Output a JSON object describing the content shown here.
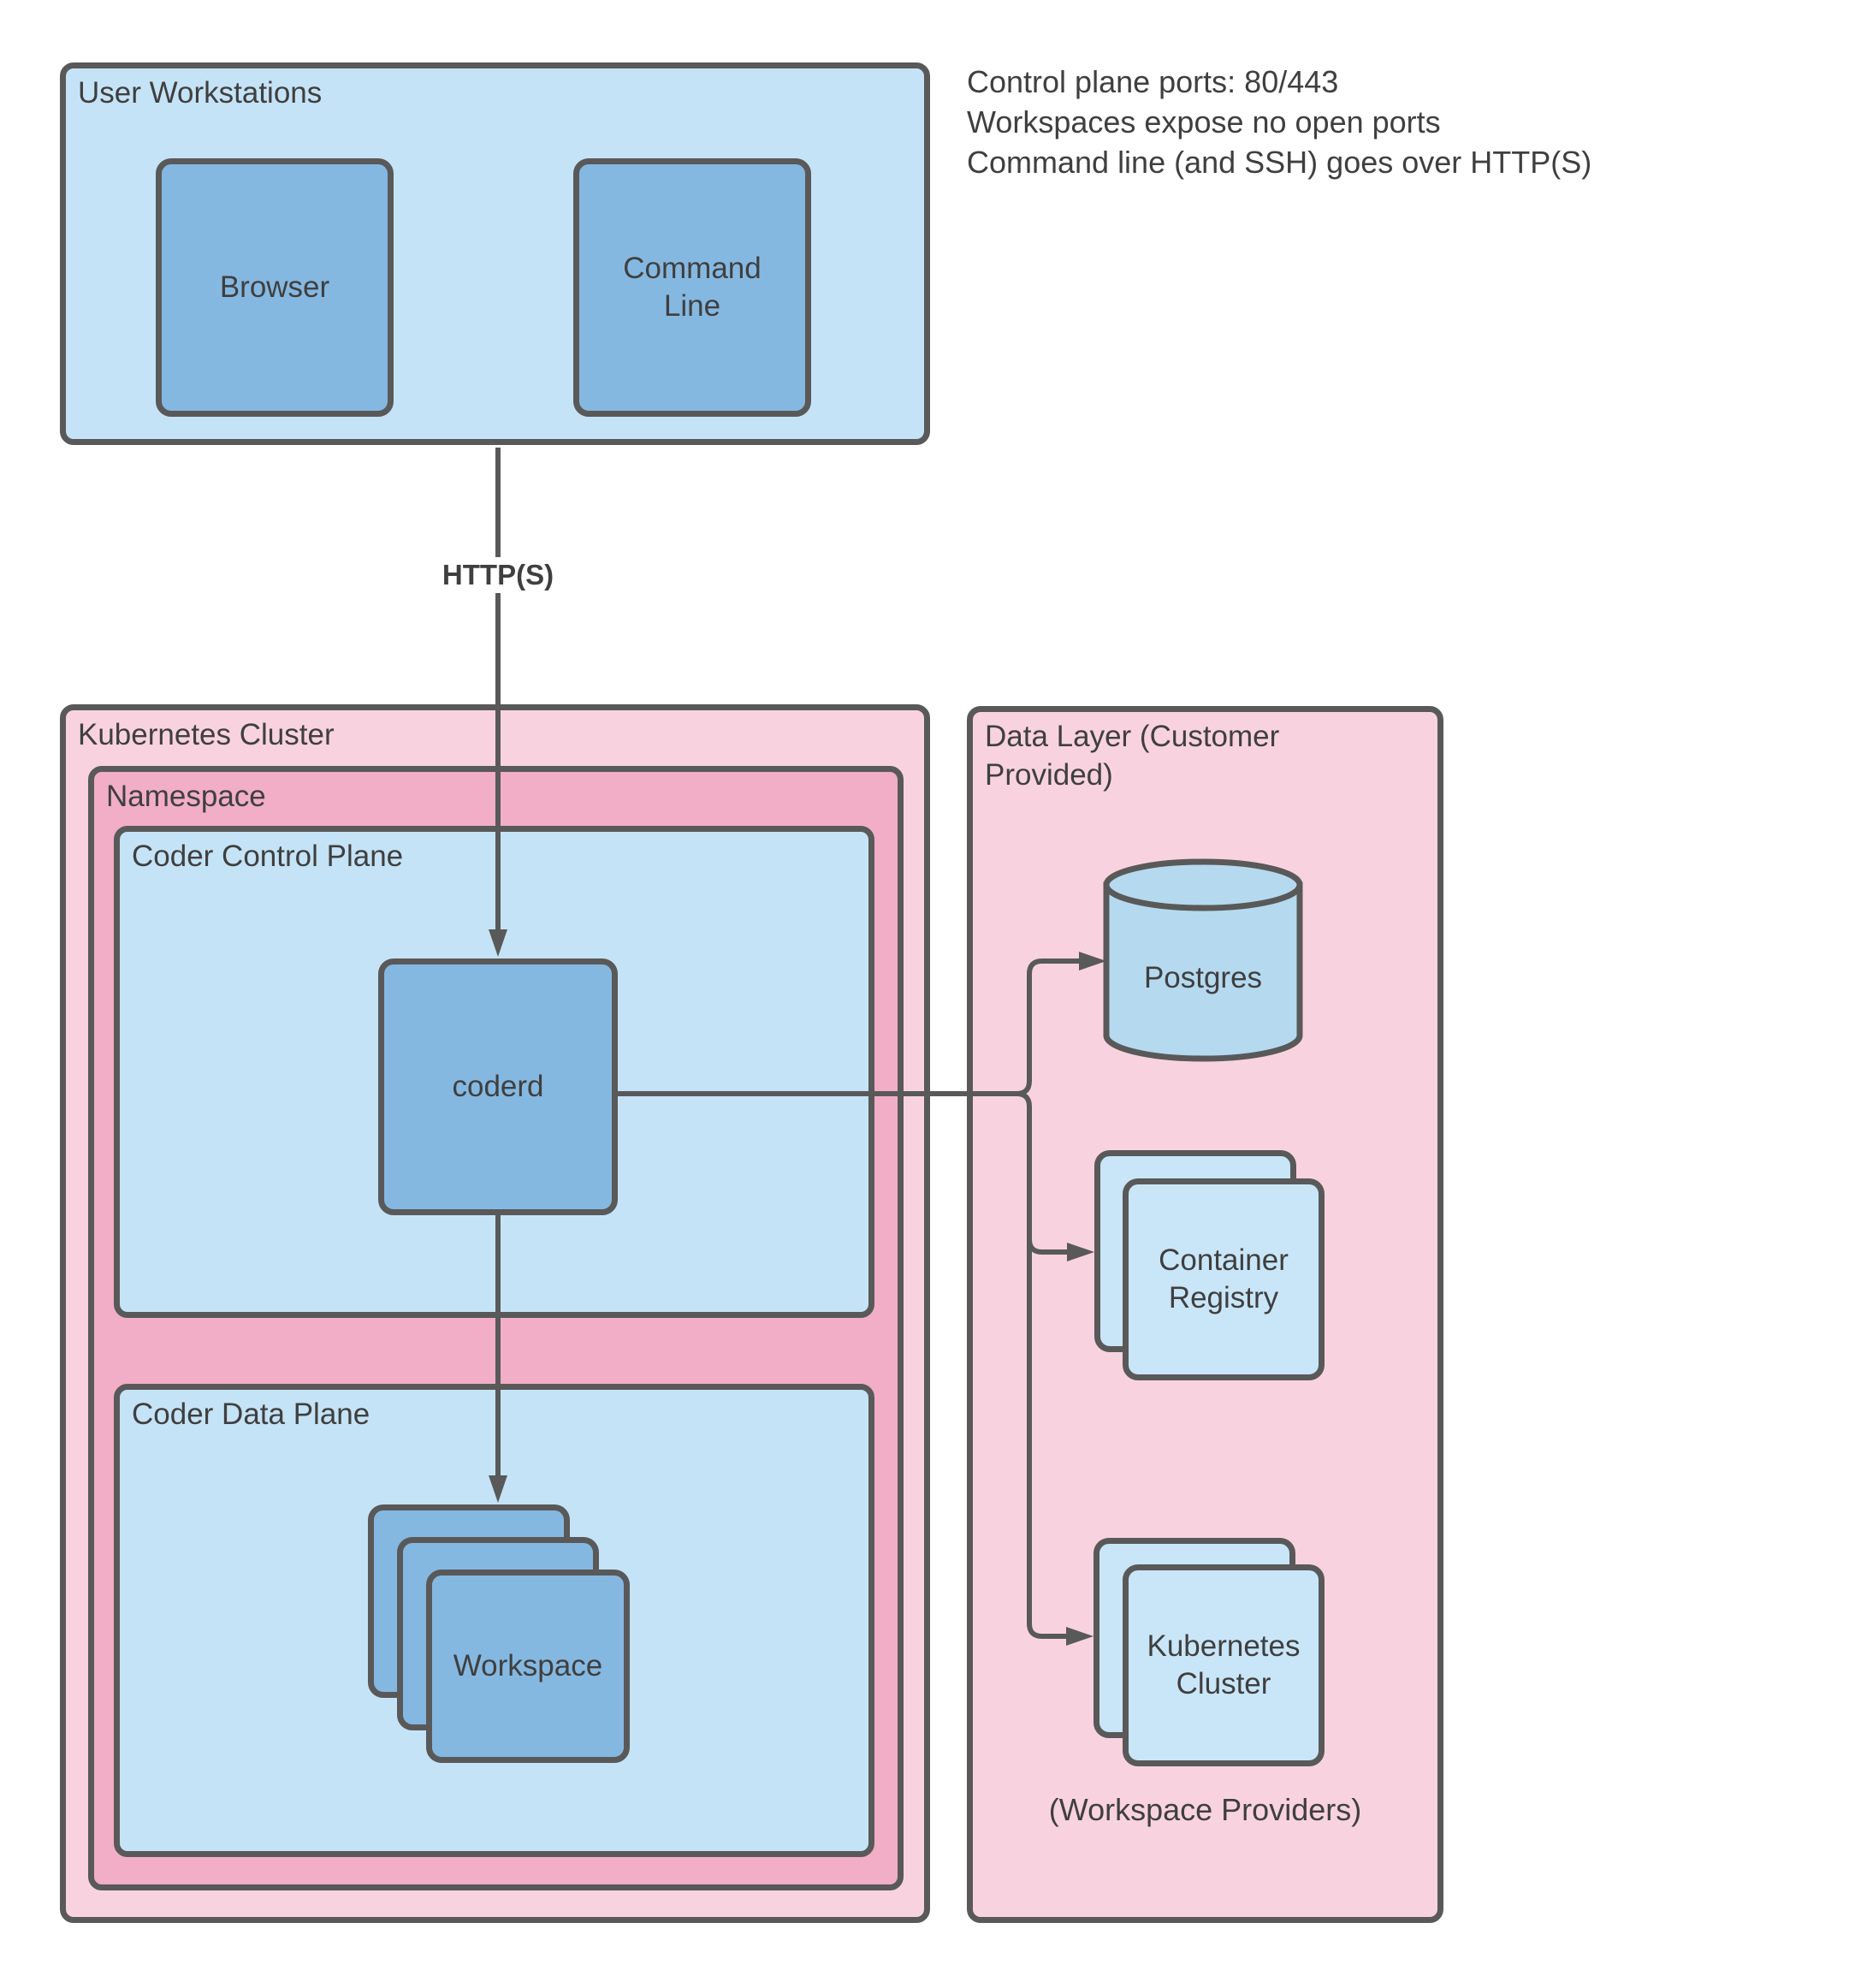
{
  "notes": {
    "line1": "Control plane ports: 80/443",
    "line2": "Workspaces expose no open ports",
    "line3": "Command line (and SSH) goes over HTTP(S)"
  },
  "edge_label": "HTTP(S)",
  "groups": {
    "user_workstations": "User Workstations",
    "kubernetes_cluster": "Kubernetes Cluster",
    "namespace": "Namespace",
    "coder_control_plane": "Coder Control Plane",
    "coder_data_plane": "Coder Data Plane",
    "data_layer": "Data Layer (Customer Provided)"
  },
  "nodes": {
    "browser": "Browser",
    "command_line": "Command Line",
    "coderd": "coderd",
    "workspace": "Workspace",
    "postgres": "Postgres",
    "container_registry": "Container Registry",
    "kubernetes_cluster": "Kubernetes Cluster"
  },
  "caption": "(Workspace Providers)",
  "colors": {
    "panel_blue": "#c5e3f6",
    "node_blue": "#85b8e1",
    "stack_blue": "#c9e6f8",
    "cylinder_blue": "#b5d9ef",
    "pink": "#f8d3df",
    "pink_dark": "#f1aec6",
    "border_gray": "#595959",
    "text_gray": "#3f3f3f"
  }
}
